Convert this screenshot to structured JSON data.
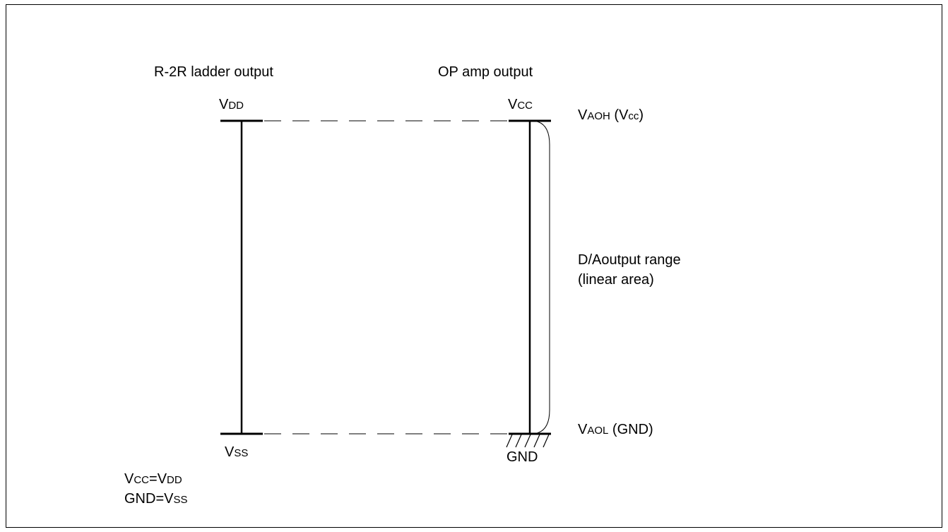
{
  "headers": {
    "ladder": "R-2R ladder output",
    "opamp": "OP amp output"
  },
  "left_rail": {
    "top_v": "V",
    "top_sub": "DD",
    "bottom_v": "V",
    "bottom_sub": "SS"
  },
  "right_rail": {
    "top_v": "V",
    "top_sub": "CC",
    "ground": "GND"
  },
  "levels": {
    "high_v": "V",
    "high_sub": "AOH",
    "high_paren_open": " (V",
    "high_paren_sub": "cc",
    "high_paren_close": ")",
    "low_v": "V",
    "low_sub": "AOL",
    "low_rest": " (GND)"
  },
  "range": {
    "line1": "D/Aoutput range",
    "line2": "(linear area)"
  },
  "notes": {
    "n1_v1": "V",
    "n1_sub1": "CC",
    "n1_eq": "=V",
    "n1_sub2": "DD",
    "n2_gnd": "GND=V",
    "n2_sub": "SS"
  }
}
